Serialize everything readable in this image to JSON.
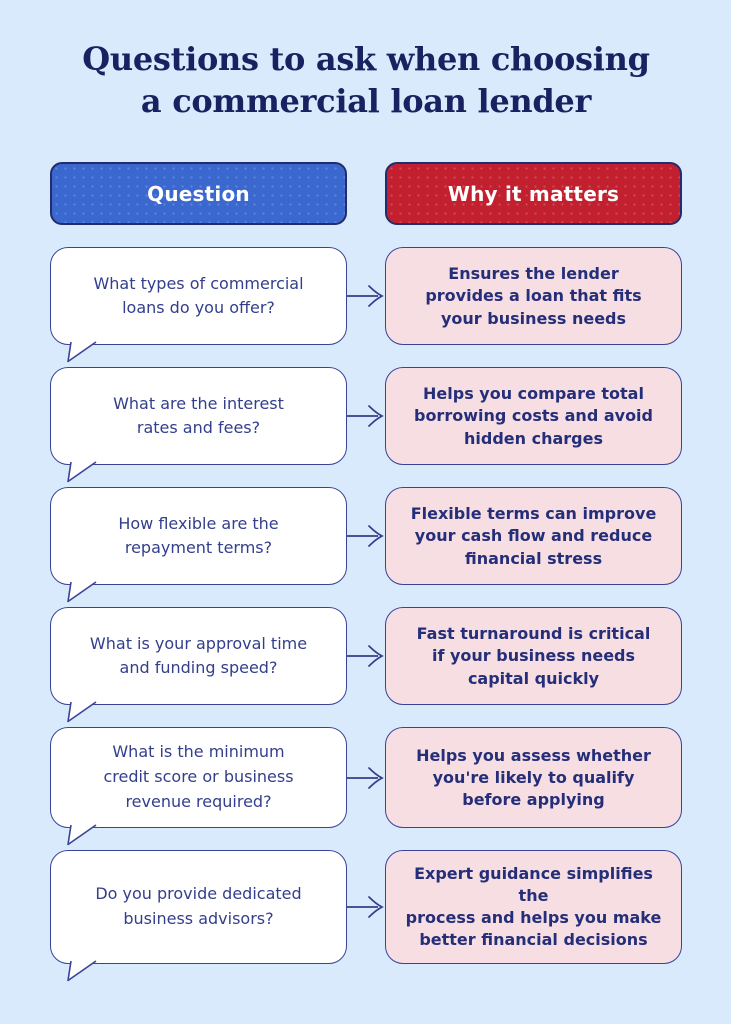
{
  "title": {
    "lines": [
      "Questions to ask when choosing",
      "a commercial loan lender"
    ]
  },
  "headers": {
    "question_label": "Question",
    "why_label": "Why it matters"
  },
  "rows": [
    {
      "question": [
        "What types of commercial",
        "loans do you offer?"
      ],
      "why": [
        "Ensures the lender",
        "provides a loan that fits",
        "your business needs"
      ]
    },
    {
      "question": [
        "What are the interest",
        "rates and fees?"
      ],
      "why": [
        "Helps you compare total",
        "borrowing costs and avoid",
        "hidden charges"
      ]
    },
    {
      "question": [
        "How flexible are the",
        "repayment terms?"
      ],
      "why": [
        "Flexible terms can improve",
        "your cash flow and reduce",
        "financial stress"
      ]
    },
    {
      "question": [
        "What is your approval time",
        "and funding speed?"
      ],
      "why": [
        "Fast turnaround is critical",
        "if your business needs",
        "capital quickly"
      ]
    },
    {
      "question": [
        "What is the minimum",
        "credit score or business",
        "revenue required?"
      ],
      "why": [
        "Helps you assess whether",
        "you're likely to qualify",
        "before applying"
      ]
    },
    {
      "question": [
        "Do you provide dedicated",
        "business advisors?"
      ],
      "why": [
        "Expert guidance simplifies the",
        "process and helps you make",
        "better financial decisions"
      ]
    }
  ],
  "colors": {
    "background": "#d9eafc",
    "title_text": "#1a2160",
    "question_header_bg": "#3a68cf",
    "why_header_bg": "#c2202e",
    "header_text": "#ffffff",
    "question_box_bg": "#ffffff",
    "why_box_bg": "#f6dee3",
    "box_border": "#3a4496",
    "question_text": "#333e8c",
    "why_text": "#252e78",
    "arrow": "#333e8c"
  },
  "icons": {
    "arrow": "right-arrow-icon",
    "tail": "speech-bubble-tail"
  }
}
